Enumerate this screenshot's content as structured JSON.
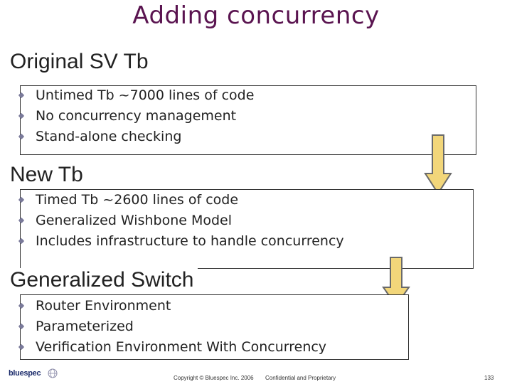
{
  "slide": {
    "title": "Adding concurrency",
    "sections": [
      {
        "heading": "Original SV Tb",
        "bullets": [
          "Untimed Tb ~7000 lines of code",
          "No concurrency management",
          "Stand-alone checking"
        ]
      },
      {
        "heading": "New Tb",
        "bullets": [
          "Timed Tb ~2600 lines of code",
          "Generalized Wishbone Model",
          "Includes infrastructure to handle concurrency"
        ]
      },
      {
        "heading": "Generalized Switch",
        "bullets": [
          "Router Environment",
          "Parameterized",
          "Verification Environment With Concurrency"
        ]
      }
    ],
    "colors": {
      "title": "#5a1450",
      "arrow_fill": "#f2d67a",
      "arrow_stroke": "#6a6a6a"
    }
  },
  "footer": {
    "logo_text": "bluespec",
    "copyright": "Copyright © Bluespec Inc. 2006",
    "confidential": "Confidential and Proprietary",
    "page_number": "133"
  }
}
